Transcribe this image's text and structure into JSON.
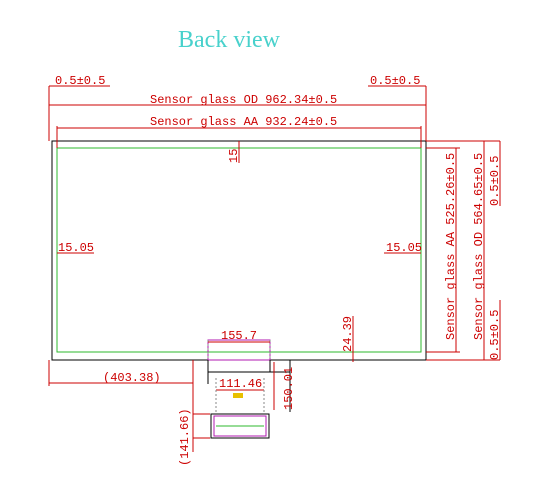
{
  "title": "Back view",
  "dimensions": {
    "top_left_tol": "0.5±0.5",
    "top_right_tol": "0.5±0.5",
    "od_width": "Sensor glass OD 962.34±0.5",
    "aa_width": "Sensor glass AA 932.24±0.5",
    "top_margin": "15",
    "left_margin": "15.05",
    "right_margin": "15.05",
    "aa_height": "Sensor glass AA 525.26±0.5",
    "od_height": "Sensor glass OD 564.65±0.5",
    "right_top_tol": "0.5±0.5",
    "right_bottom_tol": "0.5±0.5",
    "fpc_offset": "24.39",
    "fpc_width": "155.7",
    "fpc_left_offset": "(403.38)",
    "connector_width": "111.46",
    "fpc_length": "150.01",
    "total_fpc_length": "(141.66)"
  },
  "colors": {
    "dimension": "#cc0000",
    "outline": "#000000",
    "active_area": "#2db82d",
    "fpc": "#b01ab0",
    "title": "#48d1cc"
  }
}
